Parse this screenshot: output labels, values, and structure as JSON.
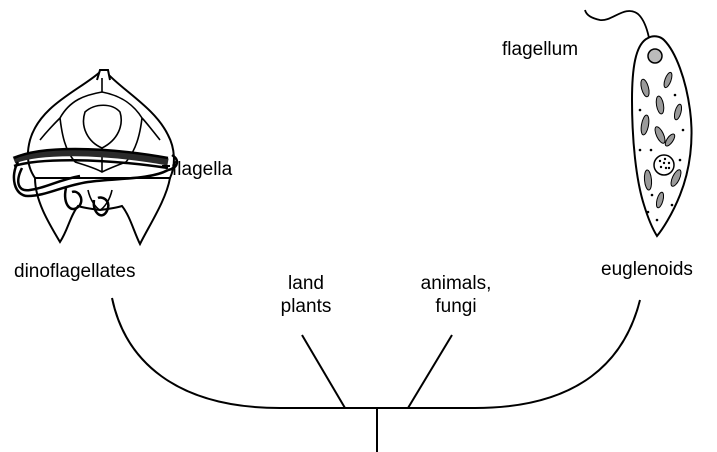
{
  "labels": {
    "dinoflagellates": "dinoflagellates",
    "flagella": "flagella",
    "flagellum": "flagellum",
    "euglenoids": "euglenoids",
    "land_plants_line1": "land",
    "land_plants_line2": "plants",
    "animals_fungi_line1": "animals,",
    "animals_fungi_line2": "fungi"
  },
  "colors": {
    "line": "#000000",
    "background": "#ffffff",
    "organelle_fill": "#9a9a9a",
    "flagella_band": "#2a2a2a"
  }
}
